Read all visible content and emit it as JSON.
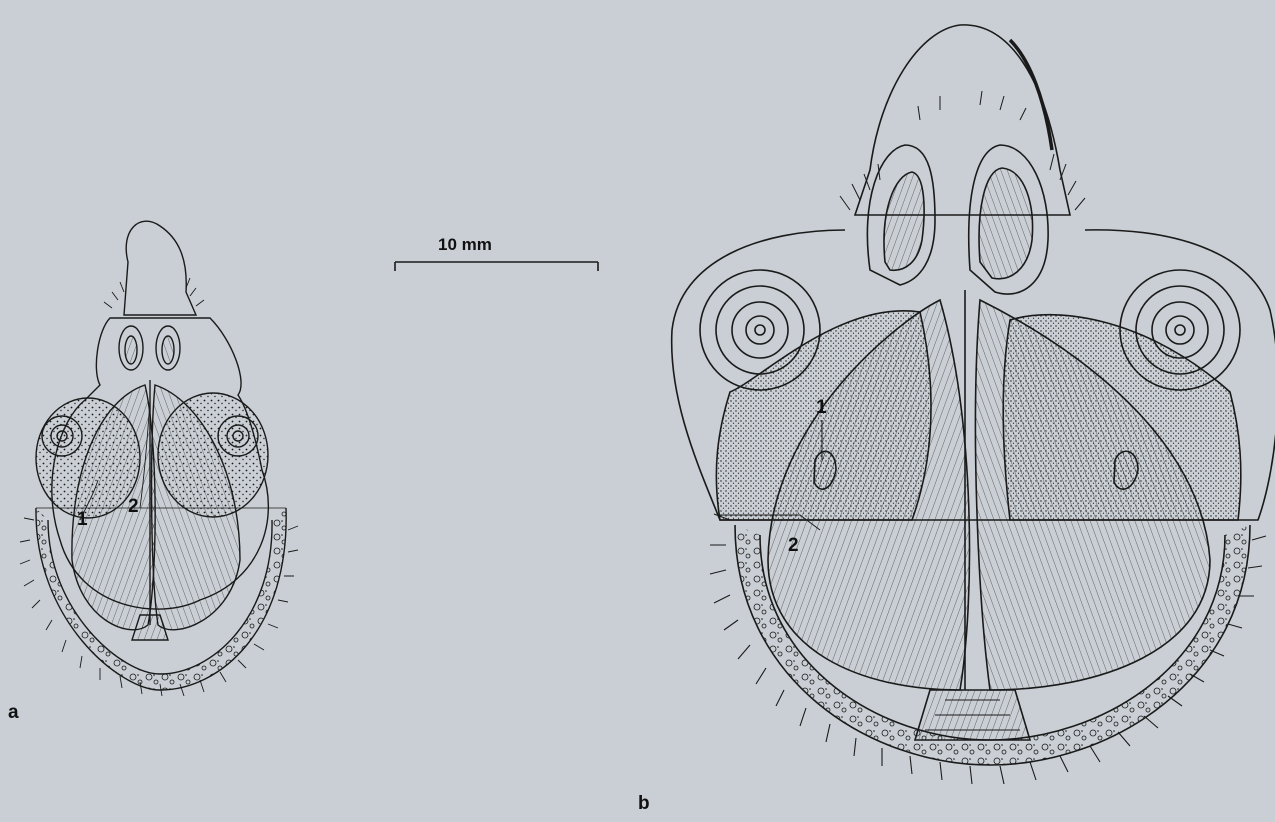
{
  "scale_bar": {
    "label": "10 mm"
  },
  "panels": [
    {
      "letter": "a",
      "callouts": [
        "1",
        "2"
      ]
    },
    {
      "letter": "b",
      "callouts": [
        "1",
        "2"
      ]
    }
  ],
  "colors": {
    "background": "#c9cfd4",
    "ink": "#1a1a1a"
  }
}
